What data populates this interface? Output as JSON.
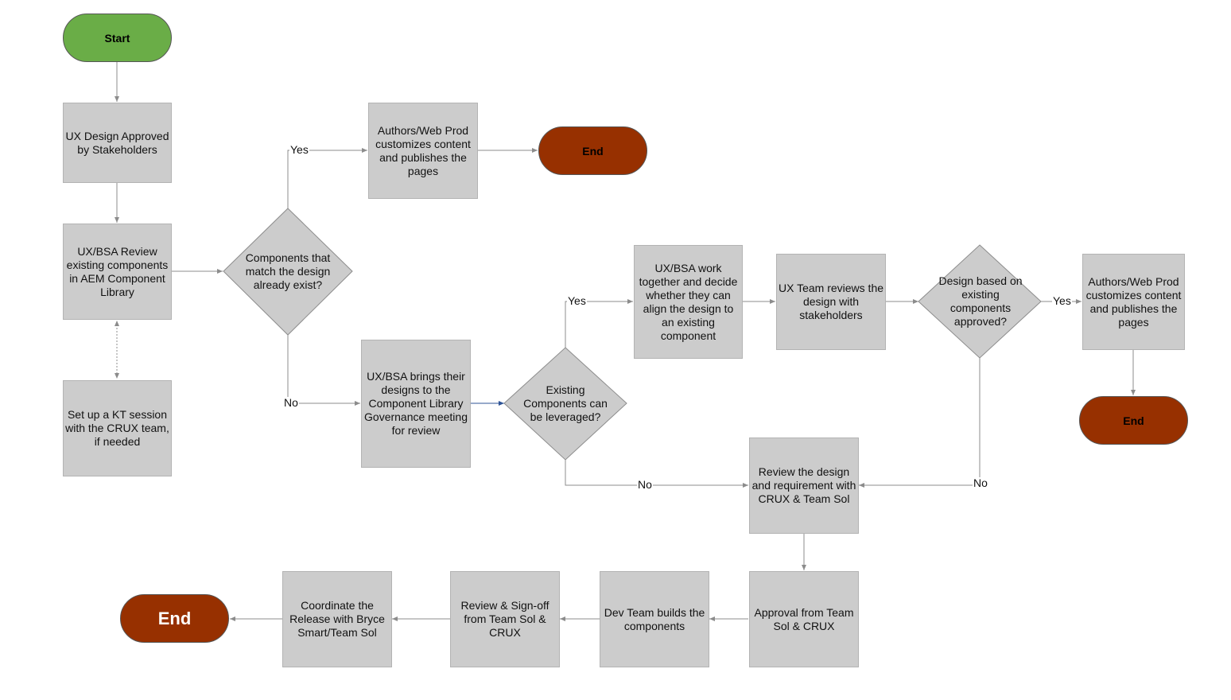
{
  "colors": {
    "start_fill": "#6aad47",
    "end_fill": "#973000",
    "process_fill": "#cccccc",
    "connector": "#8c8c8c",
    "highlight_connector": "#2f5597"
  },
  "nodes": {
    "start": "Start",
    "ux_approved": "UX Design Approved by Stakeholders",
    "review_components": "UX/BSA Review existing components in AEM Component Library",
    "kt_session": "Set up a KT session with the CRUX team, if needed",
    "components_exist": "Components that match the design already exist?",
    "authors_publish_1": "Authors/Web Prod customizes content and publishes the pages",
    "end_1": "End",
    "governance_meeting": "UX/BSA brings their designs to the Component Library Governance meeting for review",
    "leverage_decision": "Existing Components can be leveraged?",
    "align_design": "UX/BSA work together and decide whether they can align the design to an existing component",
    "ux_team_review": "UX Team reviews the design with stakeholders",
    "design_approved": "Design based on existing components approved?",
    "authors_publish_2": "Authors/Web Prod customizes content and publishes the pages",
    "end_2": "End",
    "review_requirement": "Review the design and requirement with CRUX & Team Sol",
    "approval": "Approval from Team Sol & CRUX",
    "dev_builds": "Dev Team builds the components",
    "signoff": "Review & Sign-off from Team Sol & CRUX",
    "coordinate_release": "Coordinate the Release with Bryce Smart/Team Sol",
    "end_3": "End"
  },
  "edge_labels": {
    "exist_yes": "Yes",
    "exist_no": "No",
    "leverage_yes": "Yes",
    "leverage_no": "No",
    "approved_yes": "Yes",
    "approved_no": "No"
  }
}
